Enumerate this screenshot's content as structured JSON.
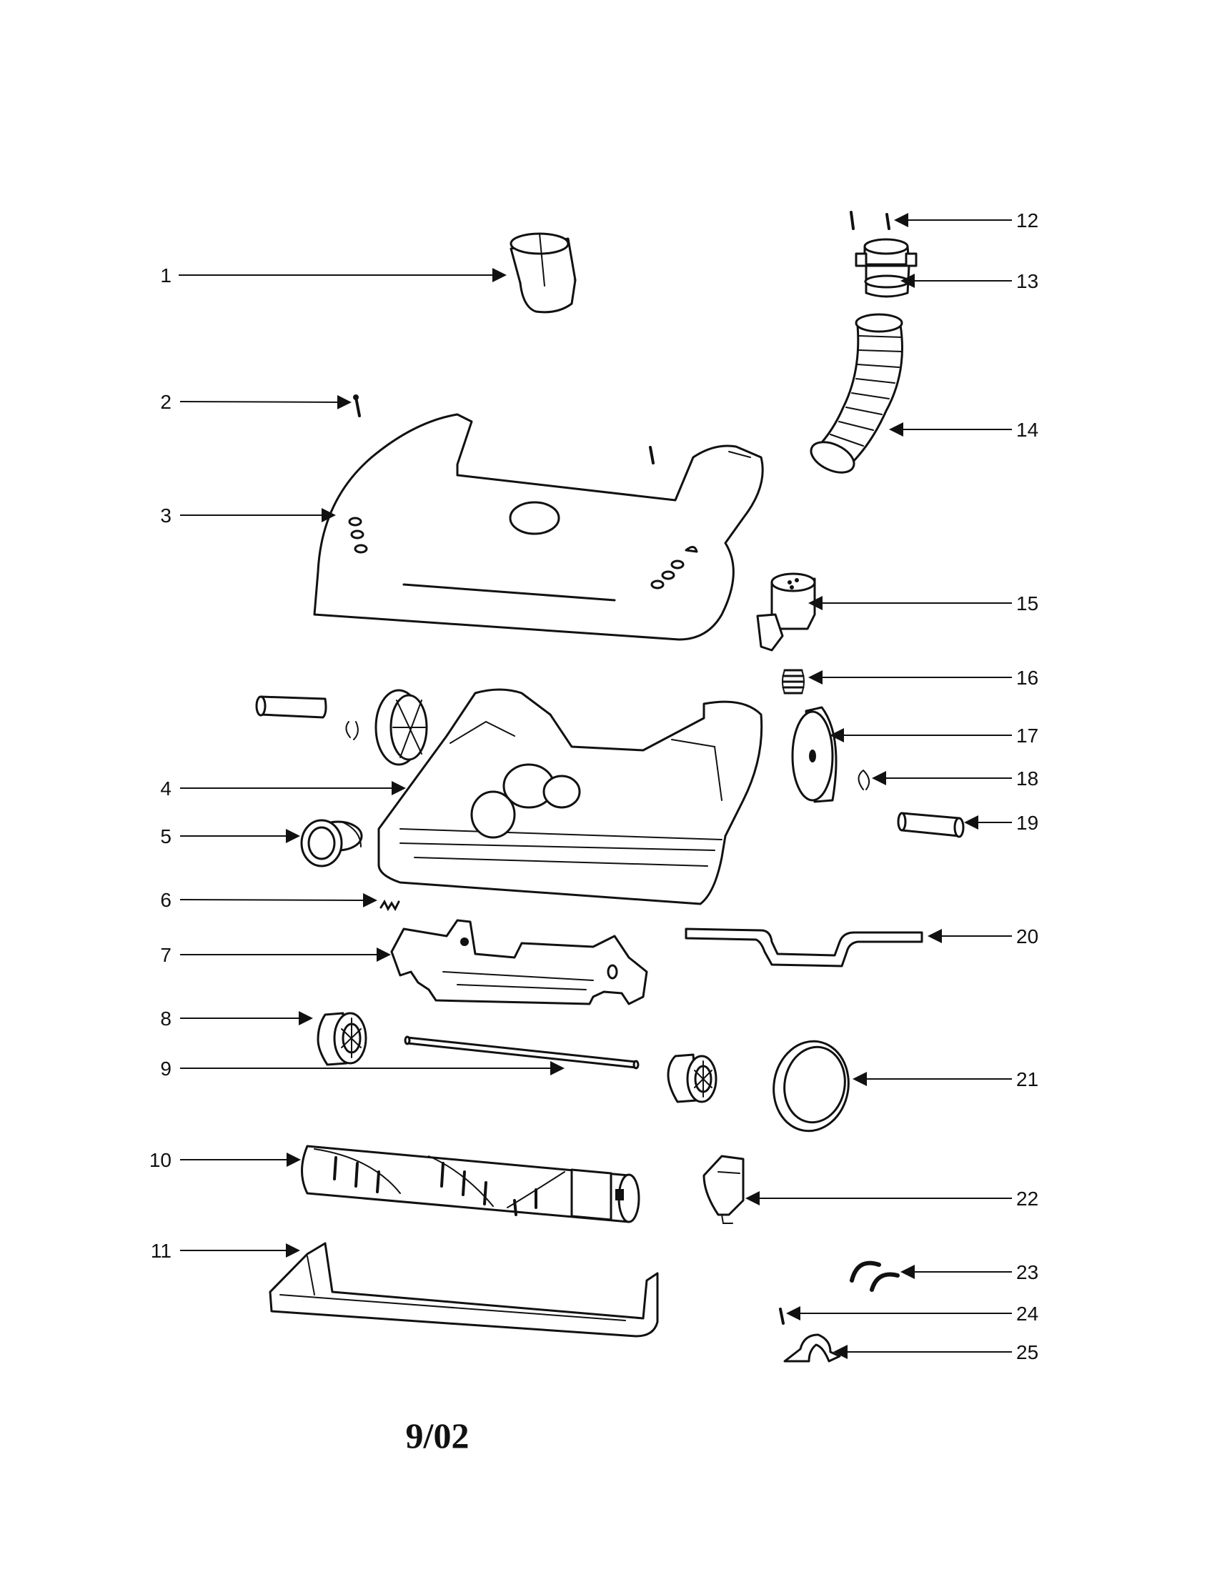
{
  "callouts": [
    {
      "n": "1",
      "label": "1"
    },
    {
      "n": "2",
      "label": "2"
    },
    {
      "n": "3",
      "label": "3"
    },
    {
      "n": "4",
      "label": "4"
    },
    {
      "n": "5",
      "label": "5"
    },
    {
      "n": "6",
      "label": "6"
    },
    {
      "n": "7",
      "label": "7"
    },
    {
      "n": "8",
      "label": "8"
    },
    {
      "n": "9",
      "label": "9"
    },
    {
      "n": "10",
      "label": "10"
    },
    {
      "n": "11",
      "label": "11"
    },
    {
      "n": "12",
      "label": "12"
    },
    {
      "n": "13",
      "label": "13"
    },
    {
      "n": "14",
      "label": "14"
    },
    {
      "n": "15",
      "label": "15"
    },
    {
      "n": "16",
      "label": "16"
    },
    {
      "n": "17",
      "label": "17"
    },
    {
      "n": "18",
      "label": "18"
    },
    {
      "n": "19",
      "label": "19"
    },
    {
      "n": "20",
      "label": "20"
    },
    {
      "n": "21",
      "label": "21"
    },
    {
      "n": "22",
      "label": "22"
    },
    {
      "n": "23",
      "label": "23"
    },
    {
      "n": "24",
      "label": "24"
    },
    {
      "n": "25",
      "label": "25"
    }
  ],
  "footer": {
    "date_code": "9/02"
  },
  "colors": {
    "ink": "#111111",
    "paper": "#ffffff"
  }
}
